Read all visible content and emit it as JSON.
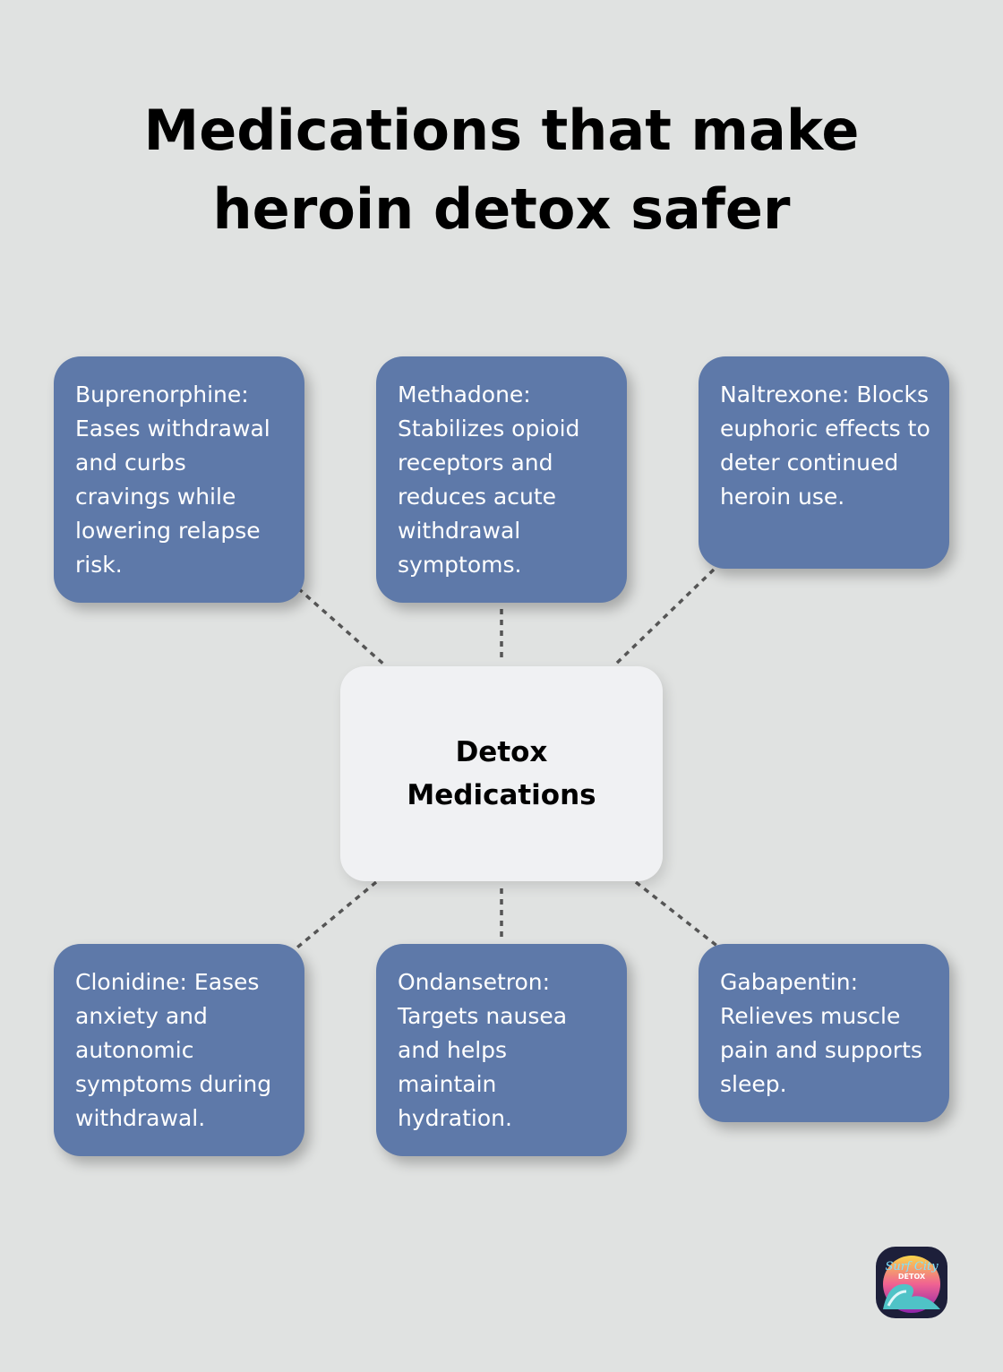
{
  "title": "Medications that make heroin detox safer",
  "center": {
    "label": "Detox Medications"
  },
  "medications": [
    {
      "text": "Buprenorphine: Eases withdrawal and curbs cravings while lowering relapse risk."
    },
    {
      "text": "Methadone: Stabilizes opioid receptors and reduces acute withdrawal symptoms."
    },
    {
      "text": "Naltrexone: Blocks euphoric effects to deter continued heroin use."
    },
    {
      "text": "Clonidine: Eases anxiety and autonomic symptoms during withdrawal."
    },
    {
      "text": "Ondansetron: Targets nausea and helps maintain hydration."
    },
    {
      "text": "Gabapentin: Relieves muscle pain and supports sleep."
    }
  ],
  "logo": {
    "text": "Surf City Detox"
  },
  "colors": {
    "card": "#5e79a9",
    "center": "#f0f1f3",
    "background": "#e0e2e1",
    "connector": "#555555"
  }
}
